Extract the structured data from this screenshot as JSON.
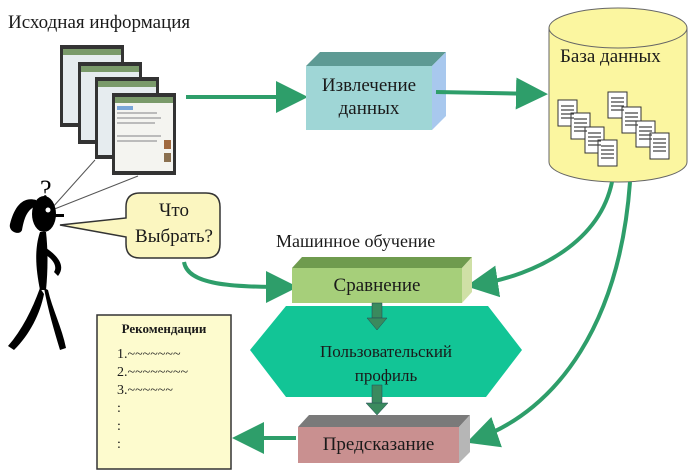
{
  "diagram": {
    "source_label": "Исходная информация",
    "extract_box": {
      "line1": "Извлечение",
      "line2": "данных"
    },
    "database": {
      "label": "База данных"
    },
    "bubble": {
      "line1": "Что",
      "line2": "Выбрать?"
    },
    "ml_label": "Машинное обучение",
    "compare_box": {
      "label": "Сравнение"
    },
    "profile": {
      "line1": "Пользовательский",
      "line2": "профиль"
    },
    "predict_box": {
      "label": "Предсказание"
    },
    "recommendations": {
      "title": "Рекомендации",
      "items": [
        "1.~~~~~~~",
        "2.~~~~~~~~",
        "3.~~~~~~",
        ":",
        ":",
        ":"
      ]
    },
    "icons": {
      "documents": "web-page-stack-icon",
      "person": "thinking-person-icon",
      "db_docs": "document-icon"
    },
    "colors": {
      "arrow": "#2e9e6a",
      "extract_front": "#9fd6d6",
      "extract_side": "#a8c8ee",
      "extract_top": "#5e9a94",
      "db_fill": "#fbf6a0",
      "compare_front": "#a6cf7a",
      "compare_top": "#6f9b4e",
      "compare_side": "#cfe0a6",
      "profile_fill": "#12c596",
      "predict_front": "#c99090",
      "predict_top": "#7a7a7a",
      "predict_side": "#b6b6b6",
      "bubble_fill": "#fbf6c0",
      "rec_fill": "#fdfbce"
    }
  }
}
